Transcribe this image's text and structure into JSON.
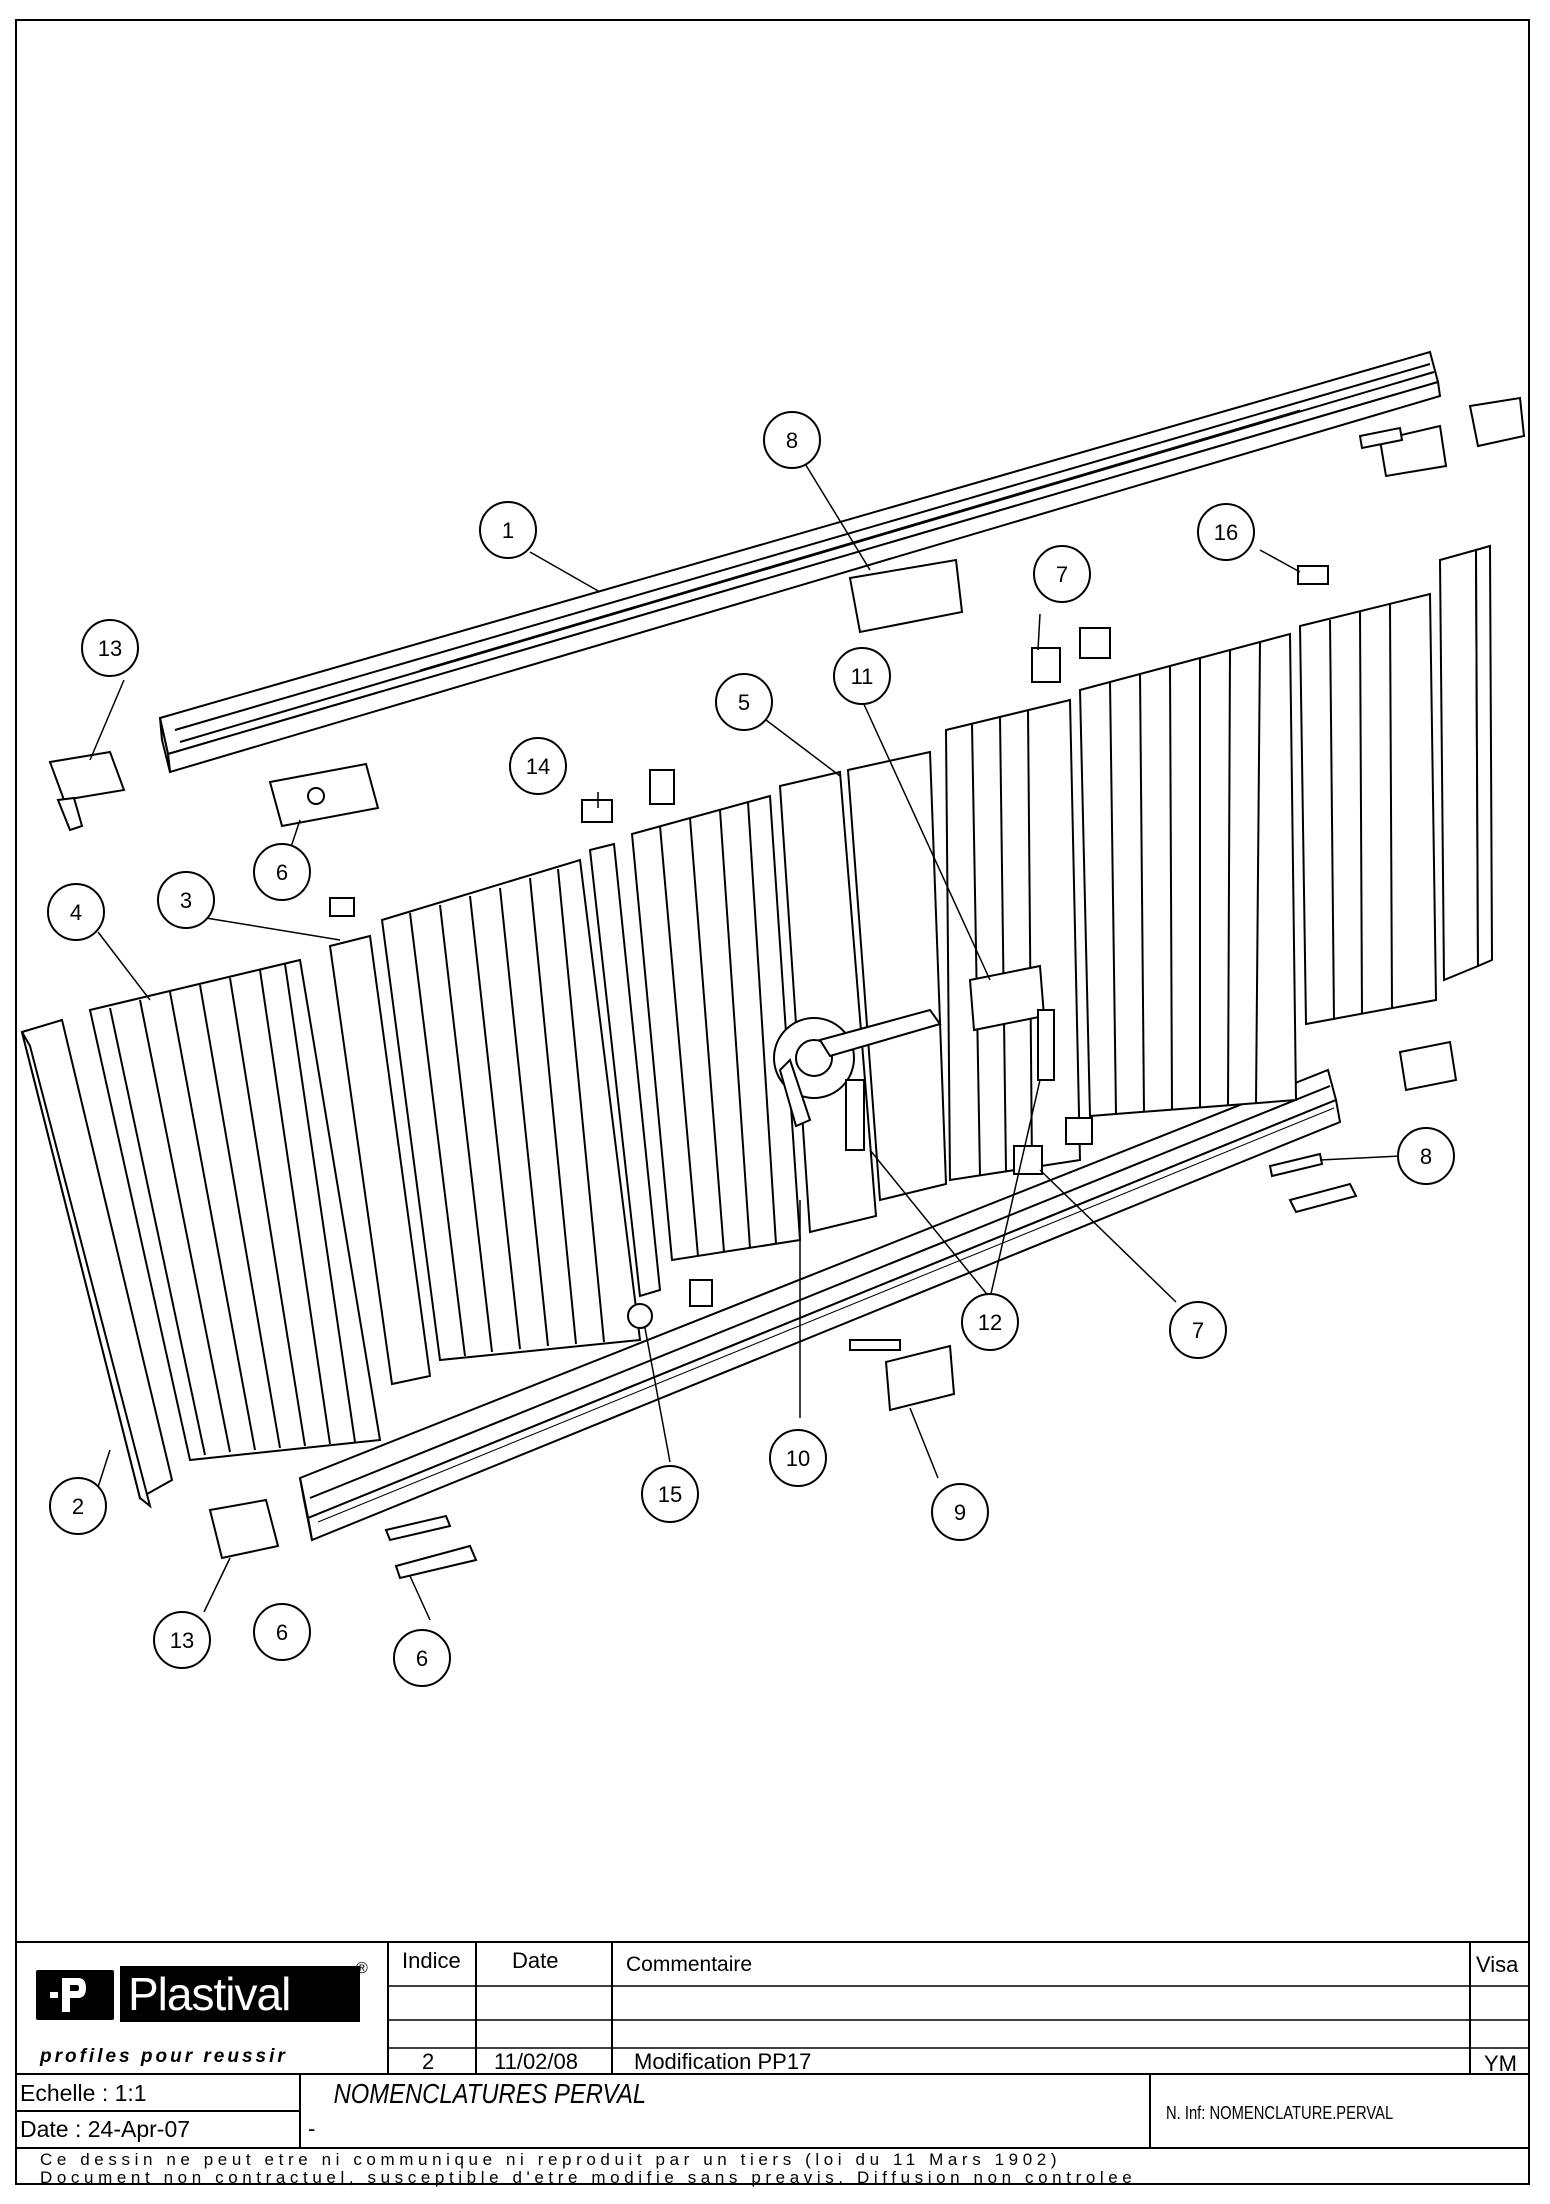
{
  "drawing": {
    "callouts": [
      "1",
      "2",
      "3",
      "4",
      "5",
      "6",
      "6",
      "6",
      "7",
      "7",
      "8",
      "8",
      "9",
      "10",
      "11",
      "12",
      "13",
      "13",
      "14",
      "15",
      "16"
    ]
  },
  "title_block": {
    "logo_text": "Plastival",
    "logo_registered": "®",
    "tagline": "profiles pour reussir",
    "headers": {
      "indice": "Indice",
      "date": "Date",
      "commentaire": "Commentaire",
      "visa": "Visa"
    },
    "revision": {
      "indice": "2",
      "date": "11/02/08",
      "commentaire": "Modification PP17",
      "visa": "YM"
    },
    "echelle": "Echelle  :  1:1",
    "date_line": "Date  :  24-Apr-07",
    "title": "NOMENCLATURES PERVAL",
    "subtitle": "-",
    "ref": "N. Inf: NOMENCLATURE.PERVAL",
    "notice_line1": "Ce dessin ne peut etre ni communique ni reproduit par un tiers (loi du 11 Mars 1902)",
    "notice_line2": "Document non contractuel, susceptible d'etre modifie sans preavis. Diffusion non controlee"
  }
}
